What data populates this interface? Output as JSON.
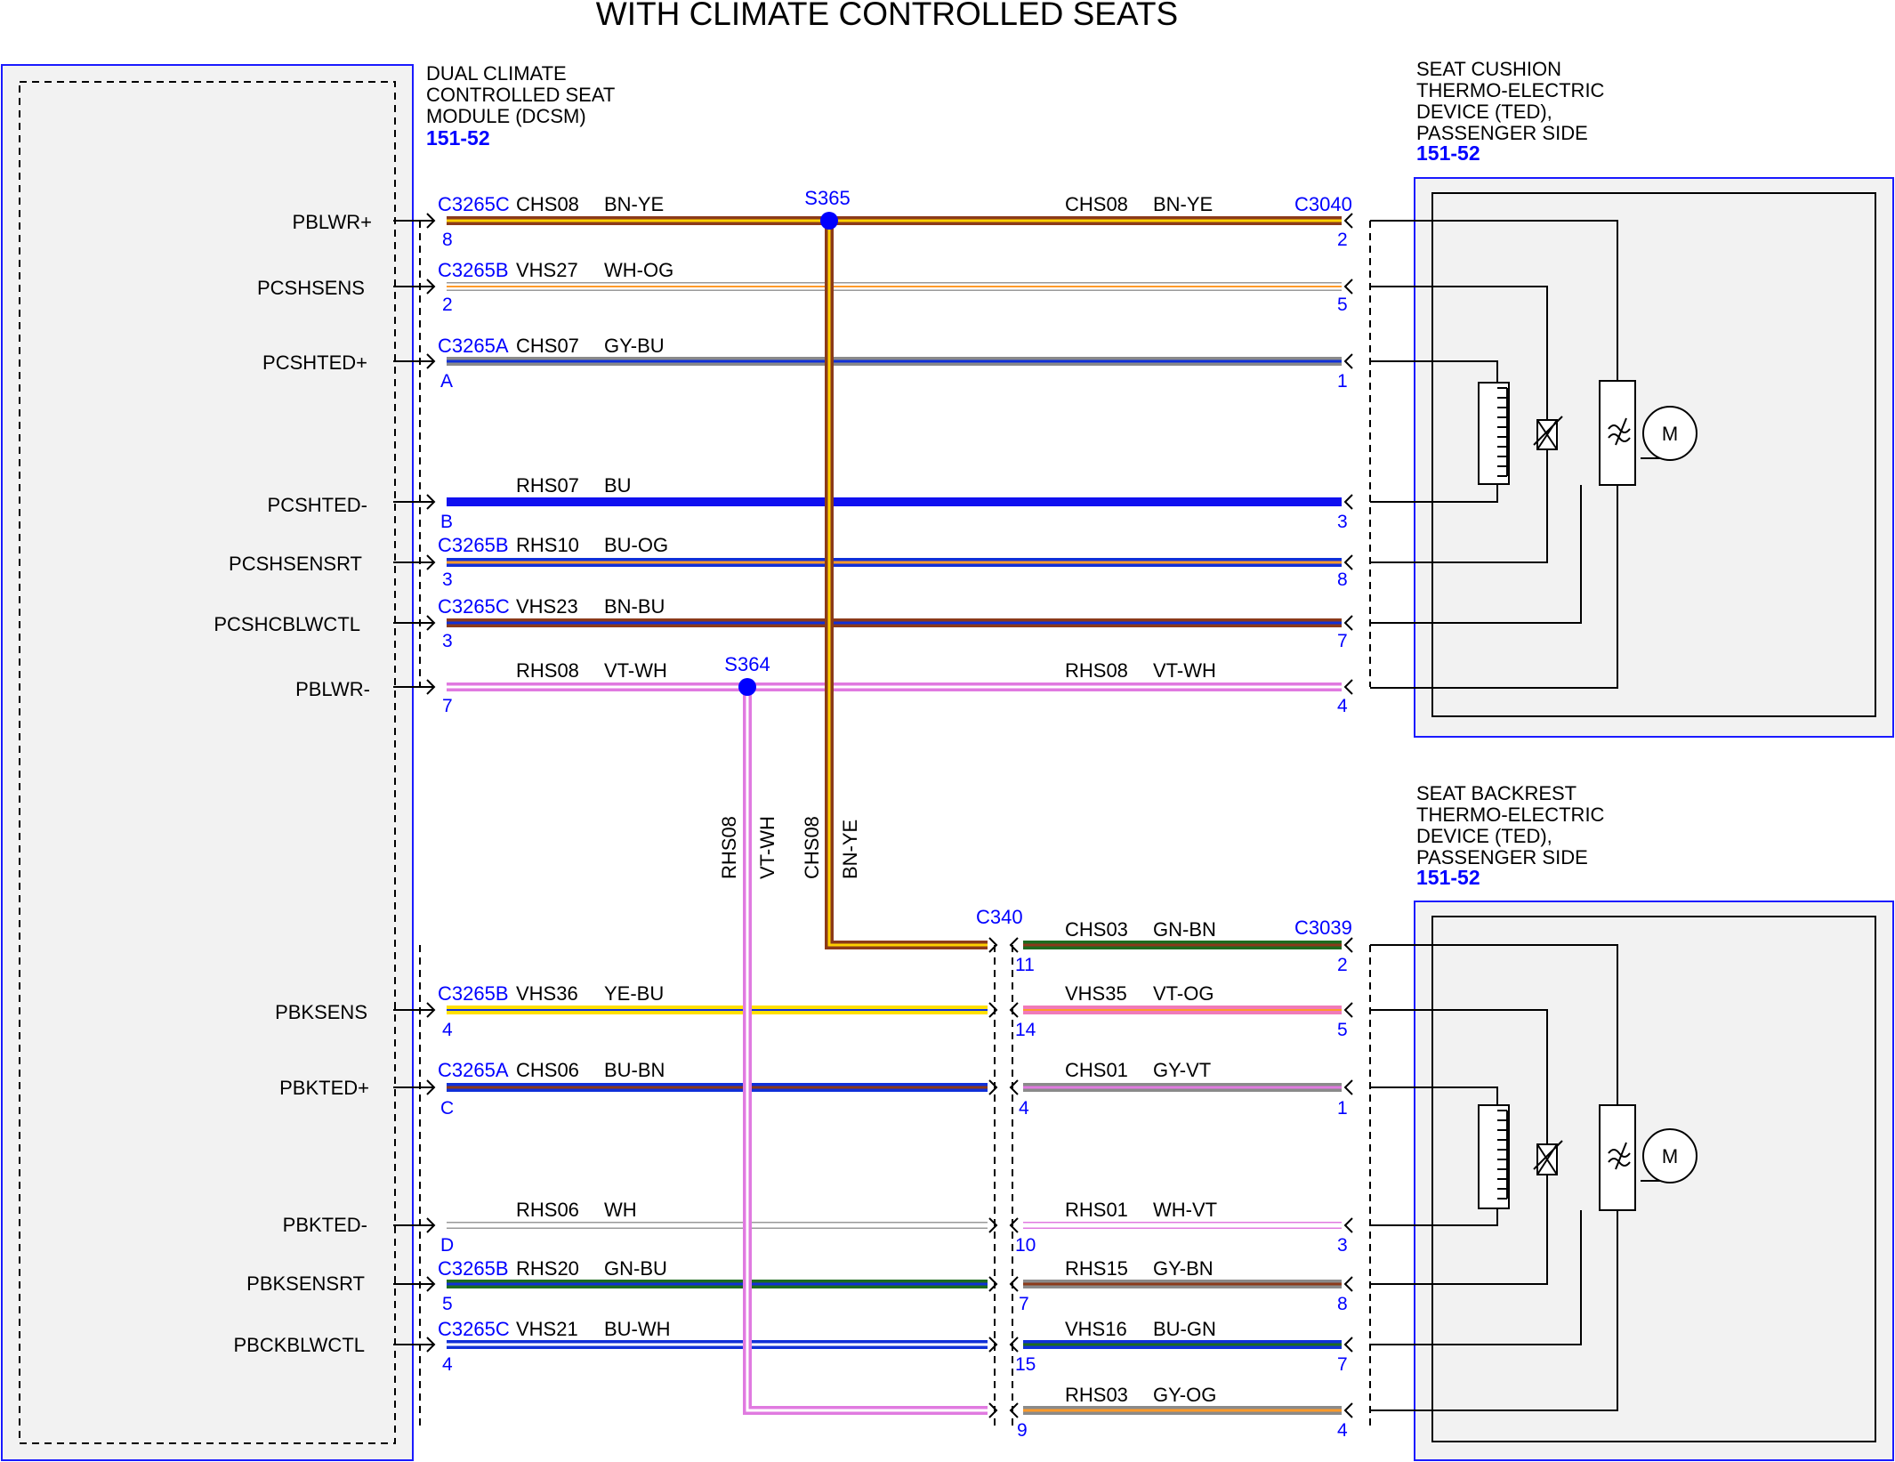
{
  "title": "WITH CLIMATE CONTROLLED SEATS",
  "colors": {
    "module_border": "#1a1aff",
    "splice": "#0000ff",
    "BN": "#8b3a1a",
    "YE": "#ffd000",
    "WH": "#ffffff",
    "OG": "#ff9a2a",
    "GY": "#8a8a8a",
    "BU": "#1030d8",
    "VT": "#e07ae0",
    "GN": "#1e6b1e"
  },
  "dcsm": {
    "name_lines": [
      "DUAL CLIMATE",
      "CONTROLLED SEAT",
      "MODULE (DCSM)"
    ],
    "ref": "151-52"
  },
  "cushion_ted": {
    "name_lines": [
      "SEAT CUSHION",
      "THERMO-ELECTRIC",
      "DEVICE (TED),",
      "PASSENGER SIDE"
    ],
    "ref": "151-52",
    "motor": "M"
  },
  "backrest_ted": {
    "name_lines": [
      "SEAT BACKREST",
      "THERMO-ELECTRIC",
      "DEVICE (TED),",
      "PASSENGER SIDE"
    ],
    "ref": "151-52",
    "motor": "M"
  },
  "inline_connector": "C340",
  "splices": [
    "S365",
    "S364"
  ],
  "connectors": {
    "cushion": "C3040",
    "backrest": "C3039"
  },
  "wires": [
    {
      "signal": "PBLWR+",
      "conn": "C3265C",
      "pin": "8",
      "circuit": "CHS08",
      "color": "BN-YE",
      "far_circuit": "CHS08",
      "far_color": "BN-YE",
      "far_pin": "2"
    },
    {
      "signal": "PCSHSENS",
      "conn": "C3265B",
      "pin": "2",
      "circuit": "VHS27",
      "color": "WH-OG",
      "far_pin": "5"
    },
    {
      "signal": "PCSHTED+",
      "conn": "C3265A",
      "pin": "A",
      "circuit": "CHS07",
      "color": "GY-BU",
      "far_pin": "1"
    },
    {
      "signal": "PCSHTED-",
      "pin": "B",
      "circuit": "RHS07",
      "color": "BU",
      "far_pin": "3"
    },
    {
      "signal": "PCSHSENSRT",
      "conn": "C3265B",
      "pin": "3",
      "circuit": "RHS10",
      "color": "BU-OG",
      "far_pin": "8"
    },
    {
      "signal": "PCSHCBLWCTL",
      "conn": "C3265C",
      "pin": "3",
      "circuit": "VHS23",
      "color": "BN-BU",
      "far_pin": "7"
    },
    {
      "signal": "PBLWR-",
      "pin": "7",
      "circuit": "RHS08",
      "color": "VT-WH",
      "far_circuit": "RHS08",
      "far_color": "VT-WH",
      "far_pin": "4"
    },
    {
      "signal": "PBKSENS",
      "conn": "C3265B",
      "pin": "4",
      "circuit": "VHS36",
      "color": "YE-BU",
      "c340_pin": "14",
      "far_circuit": "VHS35",
      "far_color": "VT-OG",
      "far_pin": "5"
    },
    {
      "signal": "PBKTED+",
      "conn": "C3265A",
      "pin": "C",
      "circuit": "CHS06",
      "color": "BU-BN",
      "c340_pin": "4",
      "far_circuit": "CHS01",
      "far_color": "GY-VT",
      "far_pin": "1"
    },
    {
      "signal": "PBKTED-",
      "pin": "D",
      "circuit": "RHS06",
      "color": "WH",
      "c340_pin": "10",
      "far_circuit": "RHS01",
      "far_color": "WH-VT",
      "far_pin": "3"
    },
    {
      "signal": "PBKSENSRT",
      "conn": "C3265B",
      "pin": "5",
      "circuit": "RHS20",
      "color": "GN-BU",
      "c340_pin": "7",
      "far_circuit": "RHS15",
      "far_color": "GY-BN",
      "far_pin": "8"
    },
    {
      "signal": "PBCKBLWCTL",
      "conn": "C3265C",
      "pin": "4",
      "circuit": "VHS21",
      "color": "BU-WH",
      "c340_pin": "15",
      "far_circuit": "VHS16",
      "far_color": "BU-GN",
      "far_pin": "7"
    }
  ],
  "vertical_wires": [
    {
      "circuit": "RHS08",
      "color": "VT-WH"
    },
    {
      "circuit": "CHS08",
      "color": "BN-YE"
    }
  ],
  "c340_top": {
    "pin": "11",
    "circuit": "CHS03",
    "color": "GN-BN",
    "far_pin": "2"
  },
  "c340_bottom": {
    "pin": "9",
    "circuit": "RHS03",
    "color": "GY-OG",
    "far_pin": "4"
  }
}
